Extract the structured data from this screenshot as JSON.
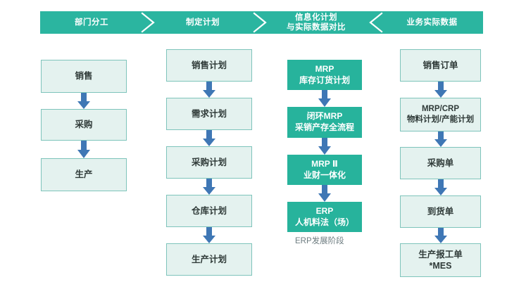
{
  "colors": {
    "banner_teal": "#2bb5a0",
    "node_dark_teal": "#27b39c",
    "node_light_fill": "#e4f2ef",
    "node_light_border": "#7ec4bb",
    "arrow_blue": "#3f77b5",
    "caption_gray": "#6d7c80",
    "page_background": "#ffffff"
  },
  "banner": {
    "segments": [
      {
        "id": "seg-department-division",
        "line1": "部门分工",
        "line2": ""
      },
      {
        "id": "seg-make-plan",
        "line1": "制定计划",
        "line2": ""
      },
      {
        "id": "seg-informatization-plan",
        "line1": "信息化计划",
        "line2": "与实际数据对比"
      },
      {
        "id": "seg-business-actual-data",
        "line1": "业务实际数据",
        "line2": ""
      }
    ],
    "separator_icons": [
      "chevron-right-icon",
      "chevron-right-icon",
      "chevron-left-icon"
    ]
  },
  "columns": [
    {
      "id": "column-department-division",
      "style": "light",
      "nodes": [
        {
          "id": "node-sales",
          "line1": "销售",
          "line2": ""
        },
        {
          "id": "node-procurement",
          "line1": "采购",
          "line2": ""
        },
        {
          "id": "node-production",
          "line1": "生产",
          "line2": ""
        }
      ],
      "arrows": 2,
      "caption": ""
    },
    {
      "id": "column-make-plan",
      "style": "light",
      "nodes": [
        {
          "id": "node-sales-plan",
          "line1": "销售计划",
          "line2": ""
        },
        {
          "id": "node-demand-plan",
          "line1": "需求计划",
          "line2": ""
        },
        {
          "id": "node-procurement-plan",
          "line1": "采购计划",
          "line2": ""
        },
        {
          "id": "node-warehouse-plan",
          "line1": "仓库计划",
          "line2": ""
        },
        {
          "id": "node-production-plan",
          "line1": "生产计划",
          "line2": ""
        }
      ],
      "arrows": 4,
      "caption": ""
    },
    {
      "id": "column-informatization-plan",
      "style": "dark",
      "nodes": [
        {
          "id": "node-mrp",
          "line1": "MRP",
          "line2": "库存订货计划"
        },
        {
          "id": "node-closed-loop-mrp",
          "line1": "闭环MRP",
          "line2": "采销产存全流程"
        },
        {
          "id": "node-mrp-ii",
          "line1": "MRP Ⅱ",
          "line2": "业财一体化"
        },
        {
          "id": "node-erp",
          "line1": "ERP",
          "line2": "人机料法（场）"
        }
      ],
      "arrows": 3,
      "caption": "ERP发展阶段"
    },
    {
      "id": "column-business-actual-data",
      "style": "light",
      "nodes": [
        {
          "id": "node-sales-order",
          "line1": "销售订单",
          "line2": ""
        },
        {
          "id": "node-mrp-crp",
          "line1": "MRP/CRP",
          "line2": "物料计划/产能计划"
        },
        {
          "id": "node-purchase-order",
          "line1": "采购单",
          "line2": ""
        },
        {
          "id": "node-arrival-order",
          "line1": "到货单",
          "line2": ""
        },
        {
          "id": "node-production-report-order",
          "line1": "生产报工单",
          "line2": "*MES"
        }
      ],
      "arrows": 4,
      "caption": ""
    }
  ]
}
